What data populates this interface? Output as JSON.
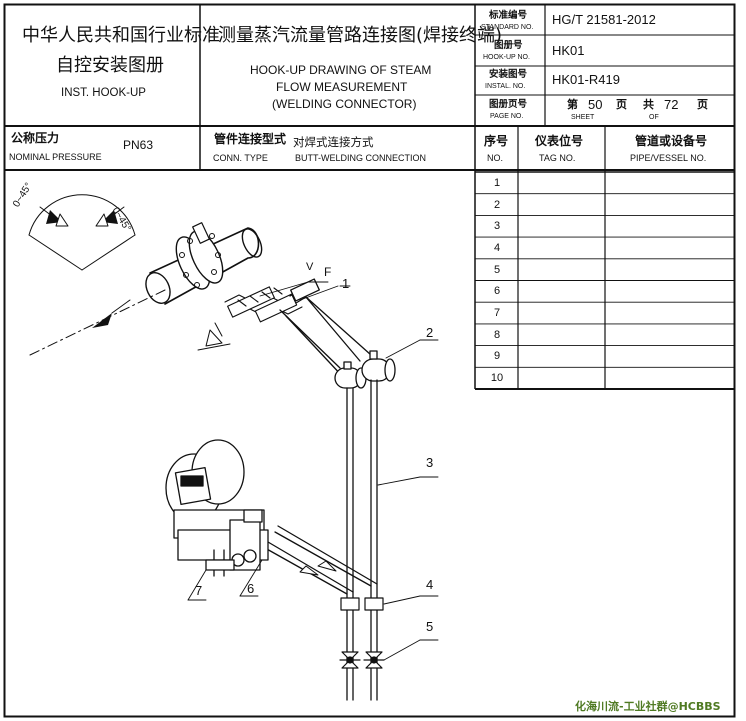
{
  "title_block": {
    "org": {
      "cn_line1": "中华人民共和国行业标准",
      "cn_line2": "自控安装图册",
      "en": "INST. HOOK-UP"
    },
    "drawing_title": {
      "cn": "测量蒸汽流量管路连接图(焊接终端)",
      "en_line1": "HOOK-UP DRAWING OF STEAM",
      "en_line2": "FLOW MEASUREMENT",
      "en_line3": "(WELDING CONNECTOR)"
    },
    "fields": [
      {
        "label_cn": "标准编号",
        "label_en": "STANDARD NO.",
        "value": "HG/T 21581-2012"
      },
      {
        "label_cn": "图册号",
        "label_en": "HOOK-UP NO.",
        "value": "HK01"
      },
      {
        "label_cn": "安装图号",
        "label_en": "INSTAL. NO.",
        "value": "HK01-R419"
      },
      {
        "label_cn": "图册页号",
        "label_en": "PAGE NO."
      }
    ],
    "page": {
      "di": "第",
      "sheet_no": "50",
      "ye": "页",
      "gong": "共",
      "total": "72",
      "ye2": "页",
      "sheet_en": "SHEET",
      "of_en": "OF"
    }
  },
  "pressure_row": {
    "label_cn": "公称压力",
    "label_en": "NOMINAL PRESSURE",
    "value": "PN63",
    "conn_label_cn": "管件连接型式",
    "conn_label_en": "CONN. TYPE",
    "conn_value_cn": "对焊式连接方式",
    "conn_value_en": "BUTT-WELDING CONNECTION"
  },
  "tag_table": {
    "col_no_cn": "序号",
    "col_no_en": "NO.",
    "col_tag_cn": "仪表位号",
    "col_tag_en": "TAG NO.",
    "col_pipe_cn": "管道或设备号",
    "col_pipe_en": "PIPE/VESSEL NO.",
    "rows": [
      "1",
      "2",
      "3",
      "4",
      "5",
      "6",
      "7",
      "8",
      "9",
      "10"
    ]
  },
  "drawing": {
    "angle_left": "0~45°",
    "angle_right": "0~45°",
    "callouts": [
      "1",
      "2",
      "3",
      "4",
      "5",
      "6",
      "7"
    ],
    "label_v": "V",
    "label_f": "F"
  },
  "watermark": "化海川流-工业社群@HCBBS"
}
